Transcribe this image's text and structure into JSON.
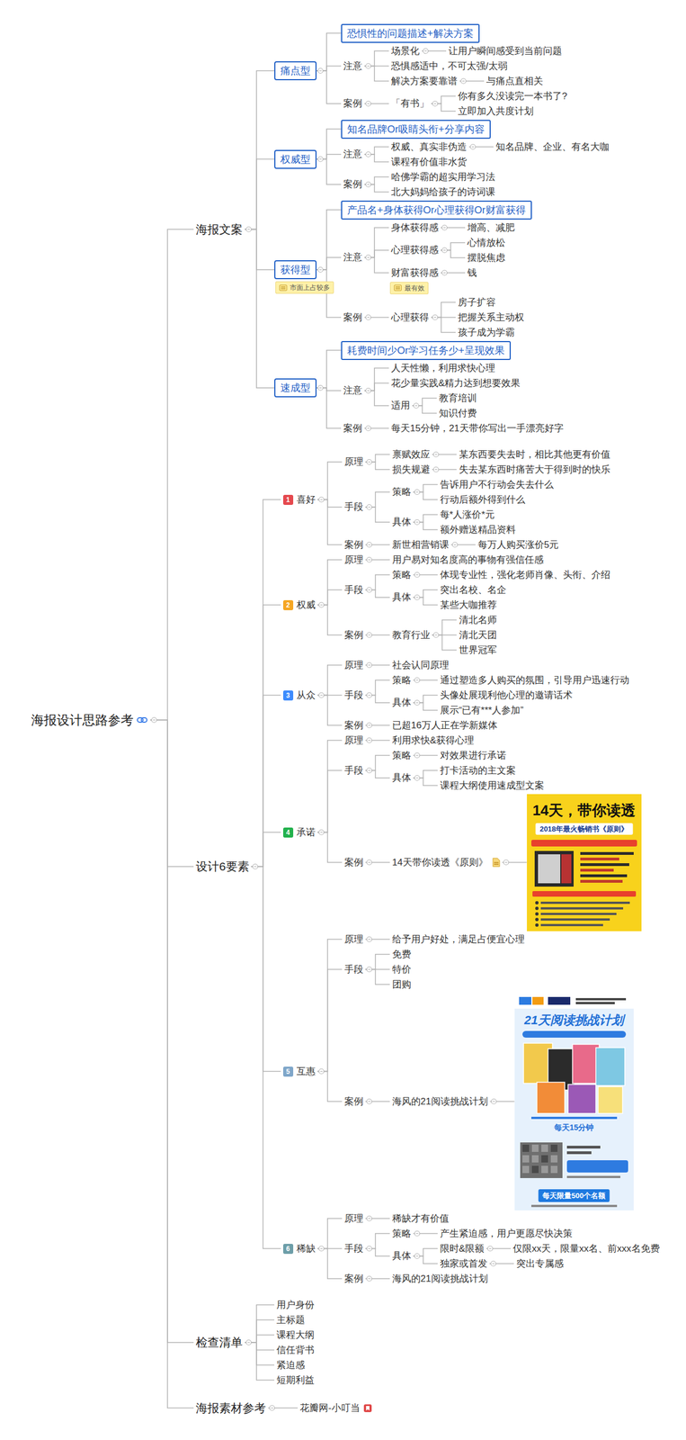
{
  "diagram": {
    "nodes": [
      {
        "text": [
          "海报设计思路参考"
        ]
      },
      {
        "text": [
          "海报文案"
        ]
      },
      {
        "text": [
          "痛点型"
        ]
      },
      {
        "text": [
          "恐惧性的问题描述+解决方案"
        ]
      },
      {
        "text": [
          "注意"
        ]
      },
      {
        "text": [
          "场景化"
        ]
      },
      {
        "text": [
          "让用户瞬间感受到当前问题"
        ]
      },
      {
        "text": [
          "恐惧感适中，不可太强/太弱"
        ]
      },
      {
        "text": [
          "解决方案要靠谱"
        ]
      },
      {
        "text": [
          "与痛点直相关"
        ]
      },
      {
        "text": [
          "案例"
        ]
      },
      {
        "text": [
          "「有书」"
        ]
      },
      {
        "text": [
          "你有多久没读完一本书了?"
        ]
      },
      {
        "text": [
          "立即加入共度计划"
        ]
      },
      {
        "text": [
          "权威型"
        ]
      },
      {
        "text": [
          "知名品牌Or吸睛头衔+分享内容"
        ]
      },
      {
        "text": [
          "注意"
        ]
      },
      {
        "text": [
          "权威、真实非伪造"
        ]
      },
      {
        "text": [
          "知名品牌、企业、有名大咖"
        ]
      },
      {
        "text": [
          "课程有价值非水货"
        ]
      },
      {
        "text": [
          "案例"
        ]
      },
      {
        "text": [
          "哈佛学霸的超实用学习法"
        ]
      },
      {
        "text": [
          "北大妈妈给孩子的诗词课"
        ]
      },
      {
        "text": [
          "获得型"
        ]
      },
      {
        "text": [
          "市面上占较多"
        ]
      },
      {
        "text": [
          "产品名+身体获得Or心理获得Or财富获得"
        ]
      },
      {
        "text": [
          "注意"
        ]
      },
      {
        "text": [
          "身体获得感"
        ]
      },
      {
        "text": [
          "增高、减肥"
        ]
      },
      {
        "text": [
          "心理获得感"
        ]
      },
      {
        "text": [
          "心情放松"
        ]
      },
      {
        "text": [
          "摆脱焦虑"
        ]
      },
      {
        "text": [
          "财富获得感"
        ]
      },
      {
        "text": [
          "钱"
        ]
      },
      {
        "text": [
          "最有效"
        ]
      },
      {
        "text": [
          "案例"
        ]
      },
      {
        "text": [
          "心理获得"
        ]
      },
      {
        "text": [
          "房子扩容"
        ]
      },
      {
        "text": [
          "把握关系主动权"
        ]
      },
      {
        "text": [
          "孩子成为学霸"
        ]
      },
      {
        "text": [
          "速成型"
        ]
      },
      {
        "text": [
          "耗费时间少Or学习任务少+呈现效果"
        ]
      },
      {
        "text": [
          "注意"
        ]
      },
      {
        "text": [
          "人天性懒，利用求快心理"
        ]
      },
      {
        "text": [
          "花少量实践&精力达到想要效果"
        ]
      },
      {
        "text": [
          "适用"
        ]
      },
      {
        "text": [
          "教育培训"
        ]
      },
      {
        "text": [
          "知识付费"
        ]
      },
      {
        "text": [
          "案例"
        ]
      },
      {
        "text": [
          "每天15分钟，21天带你写出一手漂亮好字"
        ]
      },
      {
        "text": [
          "设计6要素"
        ]
      },
      {
        "text": [
          "1",
          "喜好"
        ]
      },
      {
        "text": [
          "原理"
        ]
      },
      {
        "text": [
          "禀赋效应"
        ]
      },
      {
        "text": [
          "某东西要失去时，相比其他更有价值"
        ]
      },
      {
        "text": [
          "损失规避"
        ]
      },
      {
        "text": [
          "失去某东西时痛苦大于得到时的快乐"
        ]
      },
      {
        "text": [
          "手段"
        ]
      },
      {
        "text": [
          "策略"
        ]
      },
      {
        "text": [
          "告诉用户不行动会失去什么"
        ]
      },
      {
        "text": [
          "行动后额外得到什么"
        ]
      },
      {
        "text": [
          "具体"
        ]
      },
      {
        "text": [
          "每*人涨价*元"
        ]
      },
      {
        "text": [
          "额外赠送精品资料"
        ]
      },
      {
        "text": [
          "案例"
        ]
      },
      {
        "text": [
          "新世相营销课"
        ]
      },
      {
        "text": [
          "每万人购买涨价5元"
        ]
      },
      {
        "text": [
          "2",
          "权威"
        ]
      },
      {
        "text": [
          "原理"
        ]
      },
      {
        "text": [
          "用户易对知名度高的事物有强信任感"
        ]
      },
      {
        "text": [
          "手段"
        ]
      },
      {
        "text": [
          "策略"
        ]
      },
      {
        "text": [
          "体现专业性，强化老师肖像、头衔、介绍"
        ]
      },
      {
        "text": [
          "具体"
        ]
      },
      {
        "text": [
          "突出名校、名企"
        ]
      },
      {
        "text": [
          "某些大咖推荐"
        ]
      },
      {
        "text": [
          "案例"
        ]
      },
      {
        "text": [
          "教育行业"
        ]
      },
      {
        "text": [
          "清北名师"
        ]
      },
      {
        "text": [
          "清北天团"
        ]
      },
      {
        "text": [
          "世界冠军"
        ]
      },
      {
        "text": [
          "3",
          "从众"
        ]
      },
      {
        "text": [
          "原理"
        ]
      },
      {
        "text": [
          "社会认同原理"
        ]
      },
      {
        "text": [
          "手段"
        ]
      },
      {
        "text": [
          "策略"
        ]
      },
      {
        "text": [
          "通过塑造多人购买的氛围，引导用户迅速行动"
        ]
      },
      {
        "text": [
          "具体"
        ]
      },
      {
        "text": [
          "头像处展现利他心理的邀请话术"
        ]
      },
      {
        "text": [
          "展示“已有***人参加”"
        ]
      },
      {
        "text": [
          "案例"
        ]
      },
      {
        "text": [
          "已超16万人正在学新媒体"
        ]
      },
      {
        "text": [
          "4",
          "承诺"
        ]
      },
      {
        "text": [
          "原理"
        ]
      },
      {
        "text": [
          "利用求快&获得心理"
        ]
      },
      {
        "text": [
          "手段"
        ]
      },
      {
        "text": [
          "策略"
        ]
      },
      {
        "text": [
          "对效果进行承诺"
        ]
      },
      {
        "text": [
          "具体"
        ]
      },
      {
        "text": [
          "打卡活动的主文案"
        ]
      },
      {
        "text": [
          "课程大纲使用速成型文案"
        ]
      },
      {
        "text": [
          "案例"
        ]
      },
      {
        "text": [
          "14天带你读透《原则》"
        ]
      },
      {
        "text": [
          "14天，带你读透",
          "2018年最火畅销书《原则》"
        ]
      },
      {
        "text": [
          "5",
          "互惠"
        ]
      },
      {
        "text": [
          "原理"
        ]
      },
      {
        "text": [
          "给予用户好处，满足占便宜心理"
        ]
      },
      {
        "text": [
          "手段"
        ]
      },
      {
        "text": [
          "免费"
        ]
      },
      {
        "text": [
          "特价"
        ]
      },
      {
        "text": [
          "团购"
        ]
      },
      {
        "text": [
          "案例"
        ]
      },
      {
        "text": [
          "海风的21阅读挑战计划"
        ]
      },
      {
        "text": [
          "21天阅读挑战计划",
          "每天15分钟",
          "每天限量500个名额"
        ]
      },
      {
        "text": [
          "6",
          "稀缺"
        ]
      },
      {
        "text": [
          "原理"
        ]
      },
      {
        "text": [
          "稀缺才有价值"
        ]
      },
      {
        "text": [
          "手段"
        ]
      },
      {
        "text": [
          "策略"
        ]
      },
      {
        "text": [
          "产生紧迫感，用户更愿尽快决策"
        ]
      },
      {
        "text": [
          "具体"
        ]
      },
      {
        "text": [
          "限时&限额"
        ]
      },
      {
        "text": [
          "仅限xx天，限量xx名、前xxx名免费"
        ]
      },
      {
        "text": [
          "独家或首发"
        ]
      },
      {
        "text": [
          "突出专属感"
        ]
      },
      {
        "text": [
          "案例"
        ]
      },
      {
        "text": [
          "海风的21阅读挑战计划"
        ]
      },
      {
        "text": [
          "检查清单"
        ]
      },
      {
        "text": [
          "用户身份"
        ]
      },
      {
        "text": [
          "主标题"
        ]
      },
      {
        "text": [
          "课程大纲"
        ]
      },
      {
        "text": [
          "信任背书"
        ]
      },
      {
        "text": [
          "紧迫感"
        ]
      },
      {
        "text": [
          "短期利益"
        ]
      },
      {
        "text": [
          "海报素材参考"
        ]
      },
      {
        "text": [
          "花瓣网-小叮当"
        ]
      }
    ],
    "edges": [
      {
        "from": 0,
        "to": 1,
        "arrow": "none"
      },
      {
        "from": 1,
        "to": 2,
        "arrow": "none"
      },
      {
        "from": 2,
        "to": 3,
        "arrow": "none"
      },
      {
        "from": 2,
        "to": 4,
        "arrow": "none"
      },
      {
        "from": 4,
        "to": 5,
        "arrow": "none"
      },
      {
        "from": 5,
        "to": 6,
        "arrow": "none"
      },
      {
        "from": 4,
        "to": 7,
        "arrow": "none"
      },
      {
        "from": 4,
        "to": 8,
        "arrow": "none"
      },
      {
        "from": 8,
        "to": 9,
        "arrow": "none"
      },
      {
        "from": 2,
        "to": 10,
        "arrow": "none"
      },
      {
        "from": 10,
        "to": 11,
        "arrow": "none"
      },
      {
        "from": 11,
        "to": 12,
        "arrow": "none"
      },
      {
        "from": 11,
        "to": 13,
        "arrow": "none"
      },
      {
        "from": 1,
        "to": 14,
        "arrow": "none"
      },
      {
        "from": 14,
        "to": 15,
        "arrow": "none"
      },
      {
        "from": 14,
        "to": 16,
        "arrow": "none"
      },
      {
        "from": 16,
        "to": 17,
        "arrow": "none"
      },
      {
        "from": 17,
        "to": 18,
        "arrow": "none"
      },
      {
        "from": 16,
        "to": 19,
        "arrow": "none"
      },
      {
        "from": 14,
        "to": 20,
        "arrow": "none"
      },
      {
        "from": 20,
        "to": 21,
        "arrow": "none"
      },
      {
        "from": 20,
        "to": 22,
        "arrow": "none"
      },
      {
        "from": 1,
        "to": 23,
        "arrow": "none"
      },
      {
        "from": 23,
        "to": 25,
        "arrow": "none"
      },
      {
        "from": 23,
        "to": 26,
        "arrow": "none"
      },
      {
        "from": 26,
        "to": 27,
        "arrow": "none"
      },
      {
        "from": 27,
        "to": 28,
        "arrow": "none"
      },
      {
        "from": 26,
        "to": 29,
        "arrow": "none"
      },
      {
        "from": 29,
        "to": 30,
        "arrow": "none"
      },
      {
        "from": 29,
        "to": 31,
        "arrow": "none"
      },
      {
        "from": 26,
        "to": 32,
        "arrow": "none"
      },
      {
        "from": 32,
        "to": 33,
        "arrow": "none"
      },
      {
        "from": 23,
        "to": 35,
        "arrow": "none"
      },
      {
        "from": 35,
        "to": 36,
        "arrow": "none"
      },
      {
        "from": 36,
        "to": 37,
        "arrow": "none"
      },
      {
        "from": 36,
        "to": 38,
        "arrow": "none"
      },
      {
        "from": 36,
        "to": 39,
        "arrow": "none"
      },
      {
        "from": 1,
        "to": 40,
        "arrow": "none"
      },
      {
        "from": 40,
        "to": 41,
        "arrow": "none"
      },
      {
        "from": 40,
        "to": 42,
        "arrow": "none"
      },
      {
        "from": 42,
        "to": 43,
        "arrow": "none"
      },
      {
        "from": 42,
        "to": 44,
        "arrow": "none"
      },
      {
        "from": 42,
        "to": 45,
        "arrow": "none"
      },
      {
        "from": 45,
        "to": 46,
        "arrow": "none"
      },
      {
        "from": 45,
        "to": 47,
        "arrow": "none"
      },
      {
        "from": 40,
        "to": 48,
        "arrow": "none"
      },
      {
        "from": 48,
        "to": 49,
        "arrow": "none"
      },
      {
        "from": 0,
        "to": 50,
        "arrow": "none"
      },
      {
        "from": 50,
        "to": 51,
        "arrow": "none"
      },
      {
        "from": 51,
        "to": 52,
        "arrow": "none"
      },
      {
        "from": 52,
        "to": 53,
        "arrow": "none"
      },
      {
        "from": 53,
        "to": 54,
        "arrow": "none"
      },
      {
        "from": 52,
        "to": 55,
        "arrow": "none"
      },
      {
        "from": 55,
        "to": 56,
        "arrow": "none"
      },
      {
        "from": 51,
        "to": 57,
        "arrow": "none"
      },
      {
        "from": 57,
        "to": 58,
        "arrow": "none"
      },
      {
        "from": 58,
        "to": 59,
        "arrow": "none"
      },
      {
        "from": 58,
        "to": 60,
        "arrow": "none"
      },
      {
        "from": 57,
        "to": 61,
        "arrow": "none"
      },
      {
        "from": 61,
        "to": 62,
        "arrow": "none"
      },
      {
        "from": 61,
        "to": 63,
        "arrow": "none"
      },
      {
        "from": 51,
        "to": 64,
        "arrow": "none"
      },
      {
        "from": 64,
        "to": 65,
        "arrow": "none"
      },
      {
        "from": 65,
        "to": 66,
        "arrow": "none"
      },
      {
        "from": 50,
        "to": 67,
        "arrow": "none"
      },
      {
        "from": 67,
        "to": 68,
        "arrow": "none"
      },
      {
        "from": 68,
        "to": 69,
        "arrow": "none"
      },
      {
        "from": 67,
        "to": 70,
        "arrow": "none"
      },
      {
        "from": 70,
        "to": 71,
        "arrow": "none"
      },
      {
        "from": 71,
        "to": 72,
        "arrow": "none"
      },
      {
        "from": 70,
        "to": 73,
        "arrow": "none"
      },
      {
        "from": 73,
        "to": 74,
        "arrow": "none"
      },
      {
        "from": 73,
        "to": 75,
        "arrow": "none"
      },
      {
        "from": 67,
        "to": 76,
        "arrow": "none"
      },
      {
        "from": 76,
        "to": 77,
        "arrow": "none"
      },
      {
        "from": 77,
        "to": 78,
        "arrow": "none"
      },
      {
        "from": 77,
        "to": 79,
        "arrow": "none"
      },
      {
        "from": 77,
        "to": 80,
        "arrow": "none"
      },
      {
        "from": 50,
        "to": 81,
        "arrow": "none"
      },
      {
        "from": 81,
        "to": 82,
        "arrow": "none"
      },
      {
        "from": 82,
        "to": 83,
        "arrow": "none"
      },
      {
        "from": 81,
        "to": 84,
        "arrow": "none"
      },
      {
        "from": 84,
        "to": 85,
        "arrow": "none"
      },
      {
        "from": 85,
        "to": 86,
        "arrow": "none"
      },
      {
        "from": 84,
        "to": 87,
        "arrow": "none"
      },
      {
        "from": 87,
        "to": 88,
        "arrow": "none"
      },
      {
        "from": 87,
        "to": 89,
        "arrow": "none"
      },
      {
        "from": 81,
        "to": 90,
        "arrow": "none"
      },
      {
        "from": 90,
        "to": 91,
        "arrow": "none"
      },
      {
        "from": 50,
        "to": 92,
        "arrow": "none"
      },
      {
        "from": 92,
        "to": 93,
        "arrow": "none"
      },
      {
        "from": 93,
        "to": 94,
        "arrow": "none"
      },
      {
        "from": 92,
        "to": 95,
        "arrow": "none"
      },
      {
        "from": 95,
        "to": 96,
        "arrow": "none"
      },
      {
        "from": 96,
        "to": 97,
        "arrow": "none"
      },
      {
        "from": 95,
        "to": 98,
        "arrow": "none"
      },
      {
        "from": 98,
        "to": 99,
        "arrow": "none"
      },
      {
        "from": 98,
        "to": 100,
        "arrow": "none"
      },
      {
        "from": 92,
        "to": 101,
        "arrow": "none"
      },
      {
        "from": 101,
        "to": 102,
        "arrow": "none"
      },
      {
        "from": 102,
        "to": 103,
        "arrow": "none"
      },
      {
        "from": 50,
        "to": 104,
        "arrow": "none"
      },
      {
        "from": 104,
        "to": 105,
        "arrow": "none"
      },
      {
        "from": 105,
        "to": 106,
        "arrow": "none"
      },
      {
        "from": 104,
        "to": 107,
        "arrow": "none"
      },
      {
        "from": 107,
        "to": 108,
        "arrow": "none"
      },
      {
        "from": 107,
        "to": 109,
        "arrow": "none"
      },
      {
        "from": 107,
        "to": 110,
        "arrow": "none"
      },
      {
        "from": 104,
        "to": 111,
        "arrow": "none"
      },
      {
        "from": 111,
        "to": 112,
        "arrow": "none"
      },
      {
        "from": 112,
        "to": 113,
        "arrow": "none"
      },
      {
        "from": 50,
        "to": 114,
        "arrow": "none"
      },
      {
        "from": 114,
        "to": 115,
        "arrow": "none"
      },
      {
        "from": 115,
        "to": 116,
        "arrow": "none"
      },
      {
        "from": 114,
        "to": 117,
        "arrow": "none"
      },
      {
        "from": 117,
        "to": 118,
        "arrow": "none"
      },
      {
        "from": 118,
        "to": 119,
        "arrow": "none"
      },
      {
        "from": 117,
        "to": 120,
        "arrow": "none"
      },
      {
        "from": 120,
        "to": 121,
        "arrow": "none"
      },
      {
        "from": 121,
        "to": 122,
        "arrow": "none"
      },
      {
        "from": 120,
        "to": 123,
        "arrow": "none"
      },
      {
        "from": 123,
        "to": 124,
        "arrow": "none"
      },
      {
        "from": 114,
        "to": 125,
        "arrow": "none"
      },
      {
        "from": 125,
        "to": 126,
        "arrow": "none"
      },
      {
        "from": 0,
        "to": 127,
        "arrow": "none"
      },
      {
        "from": 127,
        "to": 128,
        "arrow": "none"
      },
      {
        "from": 127,
        "to": 129,
        "arrow": "none"
      },
      {
        "from": 127,
        "to": 130,
        "arrow": "none"
      },
      {
        "from": 127,
        "to": 131,
        "arrow": "none"
      },
      {
        "from": 127,
        "to": 132,
        "arrow": "none"
      },
      {
        "from": 127,
        "to": 133,
        "arrow": "none"
      },
      {
        "from": 0,
        "to": 134,
        "arrow": "none"
      },
      {
        "from": 134,
        "to": 135,
        "arrow": "none"
      }
    ]
  }
}
